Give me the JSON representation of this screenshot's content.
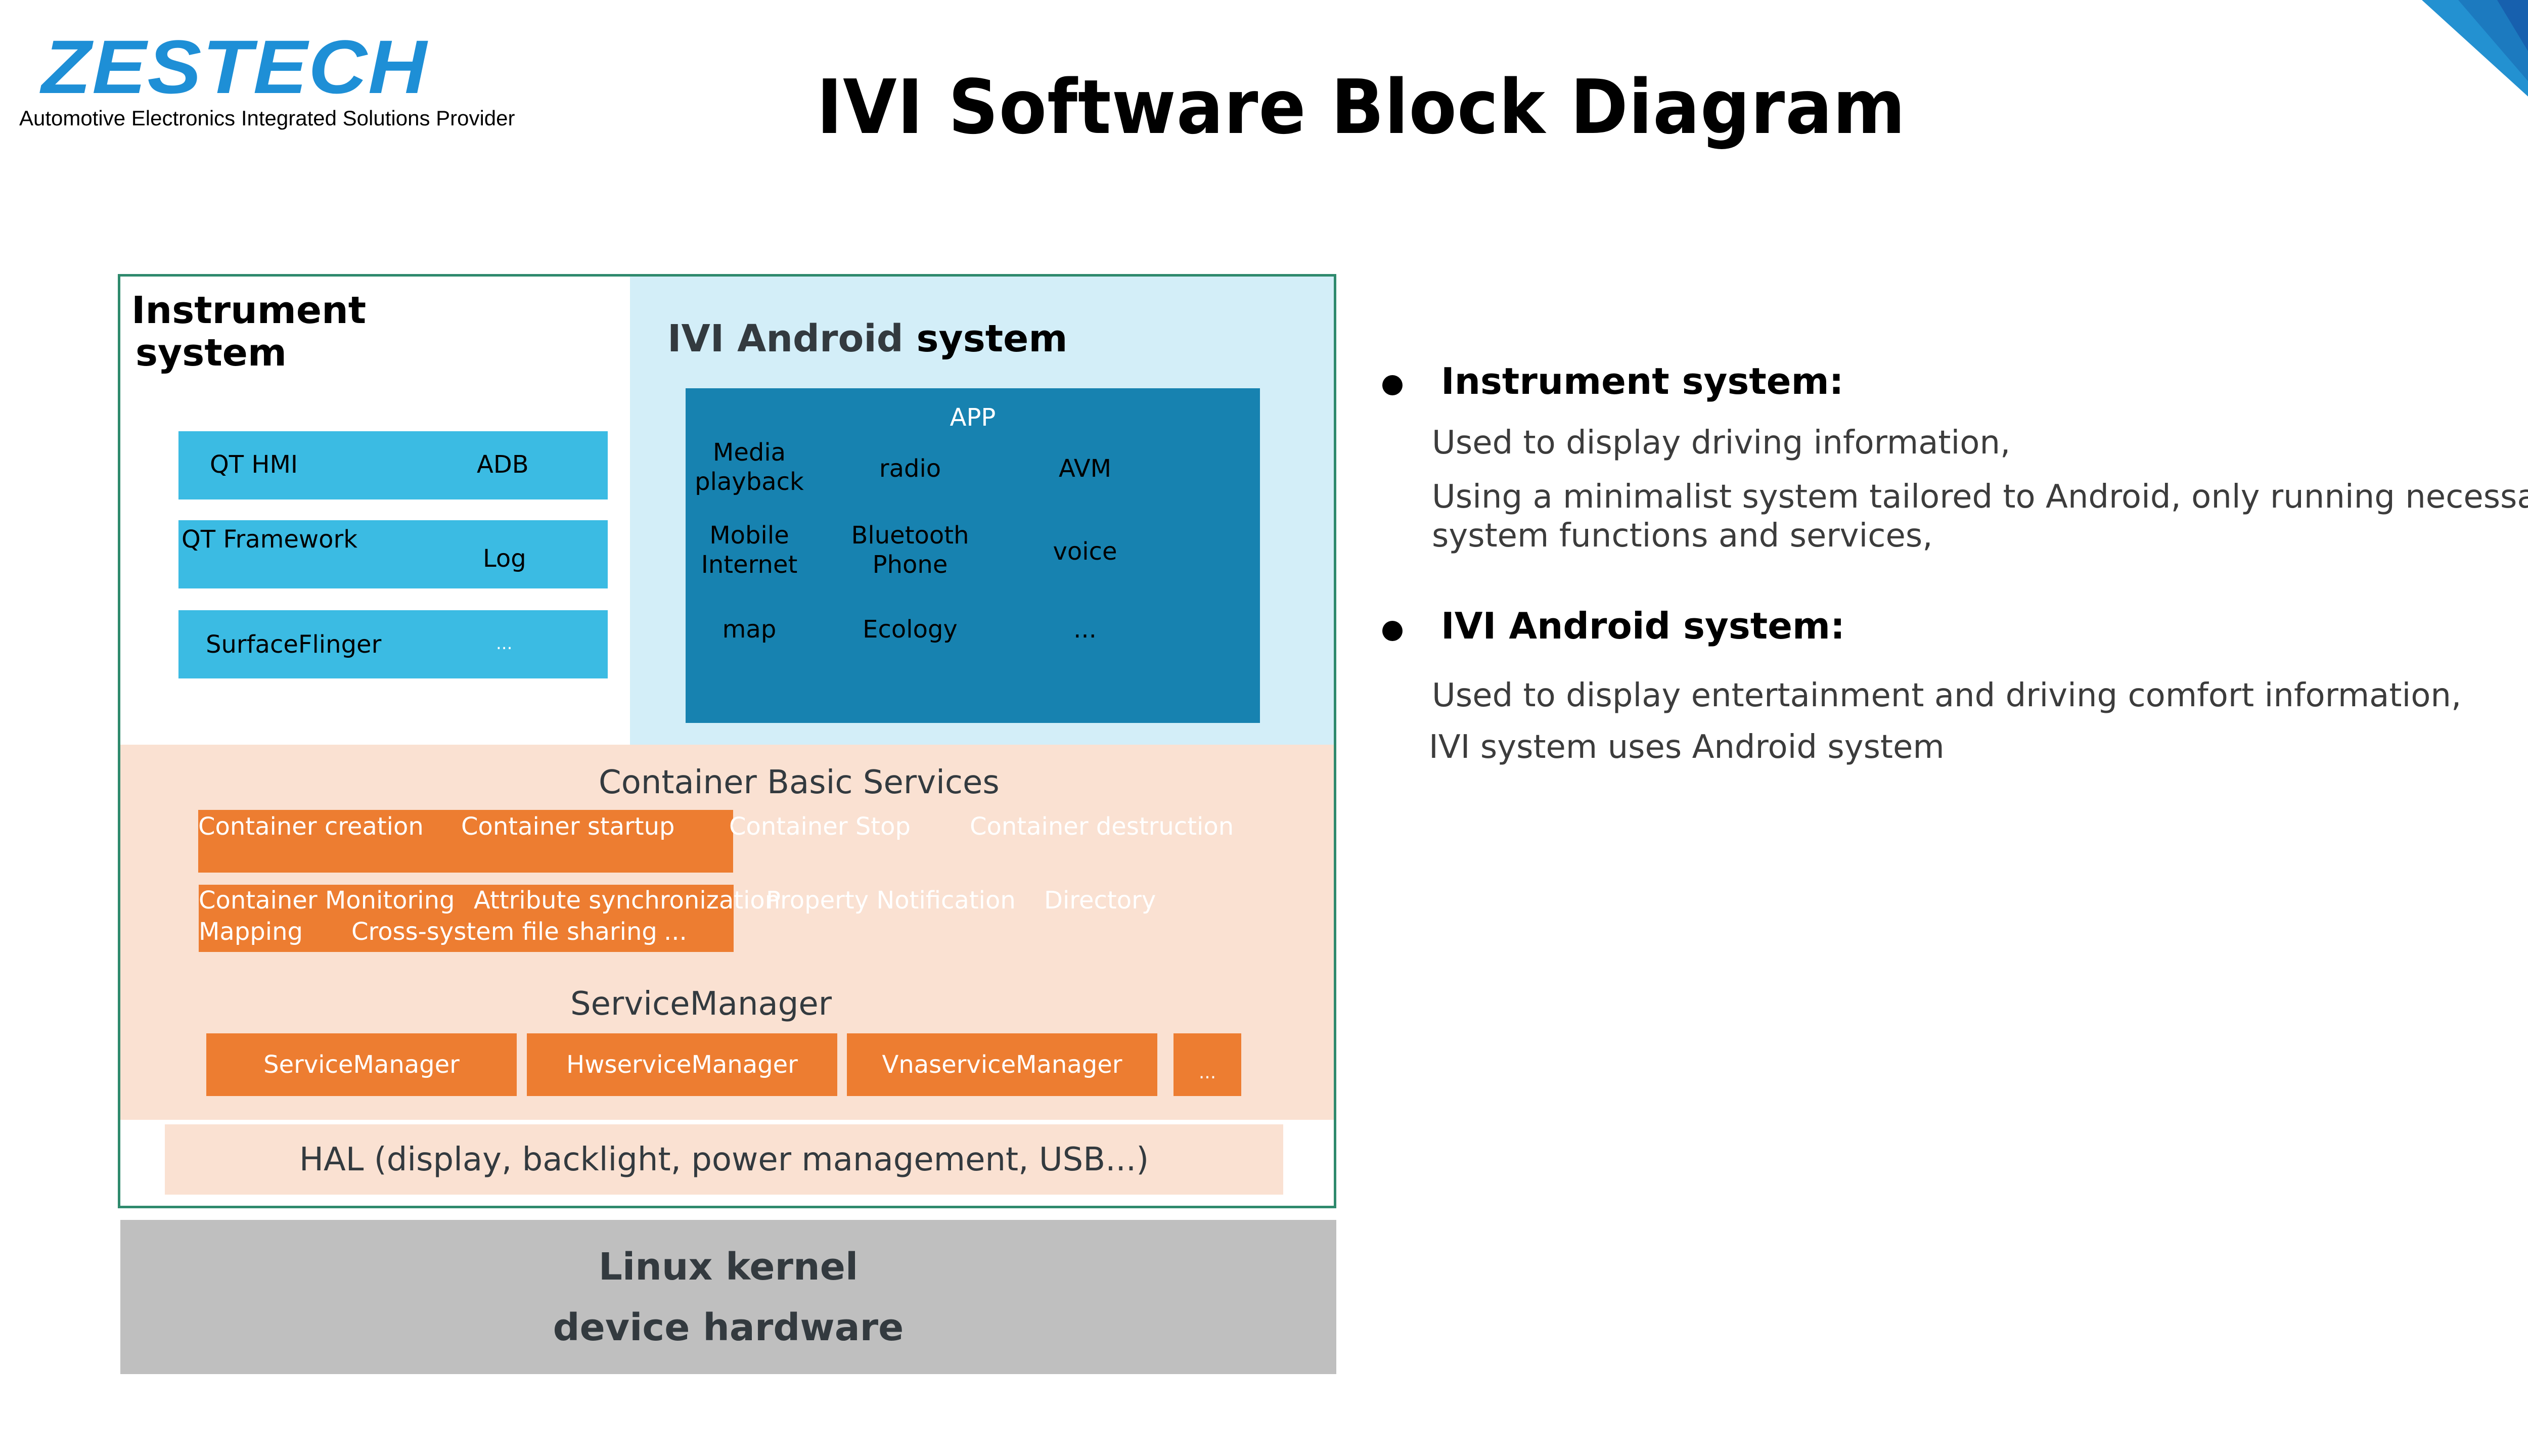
{
  "header": {
    "logo_text": "ZESTECH",
    "logo_tagline": "Automotive Electronics Integrated Solutions Provider",
    "title": "IVI Software Block Diagram"
  },
  "colors": {
    "logo_blue": "#1e8fd6",
    "frame_green": "#2f8a6d",
    "android_bg": "#d3eef8",
    "qt_block": "#3bbbe3",
    "app_box": "#1782b0",
    "container_bg": "#fae1d2",
    "orange": "#ed7d31",
    "kernel_gray": "#bfbfbf",
    "corner_light": "#2391d1",
    "corner_mid": "#1c7abf",
    "corner_dark": "#1760ae"
  },
  "diagram": {
    "instrument": {
      "title_line1": "Instrument",
      "title_line2": "system",
      "rows": [
        {
          "left": "QT  HMI",
          "right": "ADB"
        },
        {
          "left": "QT  Framework",
          "right": "Log"
        },
        {
          "left": "SurfaceFlinger",
          "right": "..."
        }
      ]
    },
    "android": {
      "title_part1": "IVI Android",
      "title_part2": " system",
      "app_title": "APP",
      "apps": [
        [
          "Media",
          "playback"
        ],
        [
          "radio"
        ],
        [
          "AVM"
        ],
        [
          "Mobile",
          "Internet"
        ],
        [
          "Bluetooth",
          "Phone"
        ],
        [
          "voice"
        ],
        [
          "map"
        ],
        [
          "Ecology"
        ],
        [
          "..."
        ]
      ]
    },
    "container_services": {
      "heading": "Container  Basic Services",
      "bar1": [
        "Container creation",
        "Container startup",
        "Container Stop",
        "Container destruction"
      ],
      "bar2_line1": [
        "Container Monitoring",
        "Attribute synchronization",
        "Property Notification",
        "Directory"
      ],
      "bar2_line2": [
        "Mapping",
        "Cross-system file sharing",
        "..."
      ]
    },
    "service_manager": {
      "heading": "ServiceManager",
      "boxes": [
        "ServiceManager",
        "HwserviceManager",
        "VnaserviceManager",
        "..."
      ]
    },
    "hal": "HAL (display,  backlight,  power management,  USB...)",
    "kernel_line1": "Linux  kernel",
    "kernel_line2": "device  hardware"
  },
  "notes": [
    {
      "heading": "Instrument system:",
      "lines": [
        "Used to display driving  information,",
        "Using  a  minimalist system tailored to Android,  only  running  necessary",
        "system functions and services,"
      ]
    },
    {
      "heading": "IVI Android system:",
      "lines": [
        "Used to display entertainment and driving comfort information,",
        "IVI system  uses Android system"
      ]
    }
  ]
}
